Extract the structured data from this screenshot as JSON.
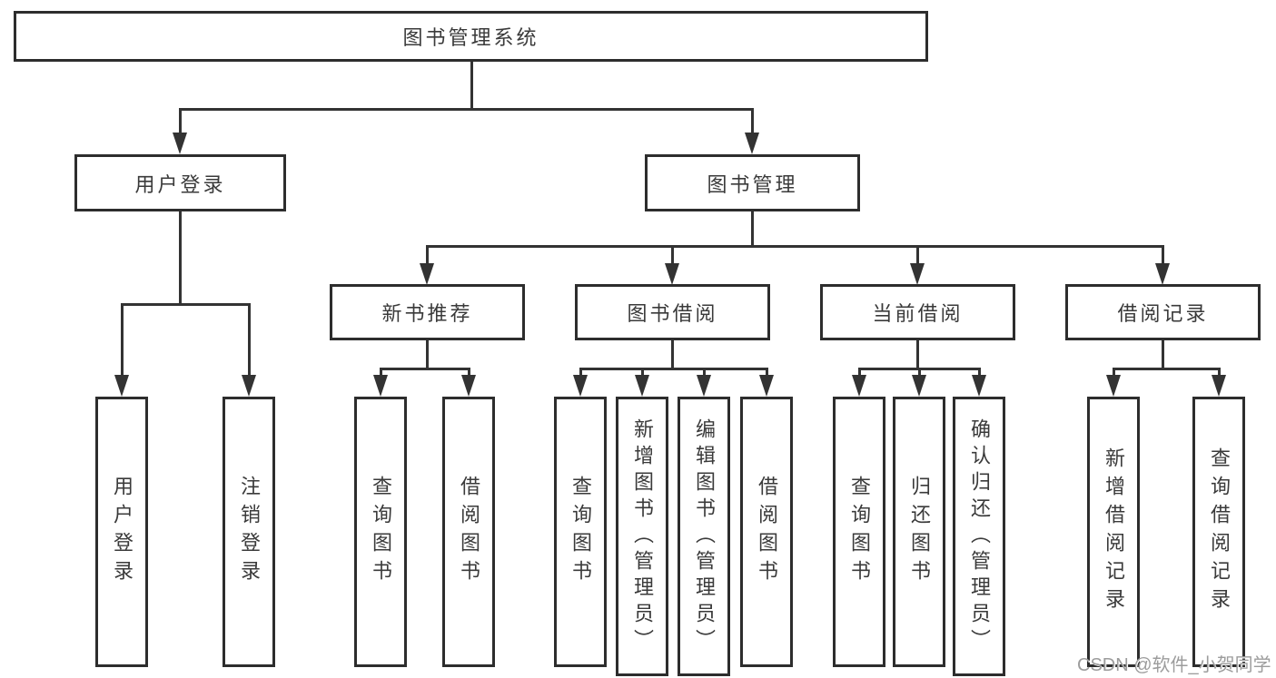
{
  "tree": {
    "root": "图书管理系统",
    "branches": [
      {
        "label": "用户登录",
        "children": [
          "用户登录",
          "注销登录"
        ]
      },
      {
        "label": "图书管理",
        "groups": [
          {
            "label": "新书推荐",
            "children": [
              "查询图书",
              "借阅图书"
            ]
          },
          {
            "label": "图书借阅",
            "children": [
              "查询图书",
              "新增图书（管理员）",
              "编辑图书（管理员）",
              "借阅图书"
            ]
          },
          {
            "label": "当前借阅",
            "children": [
              "查询图书",
              "归还图书",
              "确认归还（管理员）"
            ]
          },
          {
            "label": "借阅记录",
            "children": [
              "新增借阅记录",
              "查询借阅记录"
            ]
          }
        ]
      }
    ]
  },
  "watermark": "CSDN @软件_小贺同学",
  "colors": {
    "background": "#ffffff",
    "line": "#333333",
    "box_border": "#2d2d2d",
    "box_fill": "#ffffff",
    "text": "#3a3a3a",
    "watermark": "#9c9c9c"
  }
}
